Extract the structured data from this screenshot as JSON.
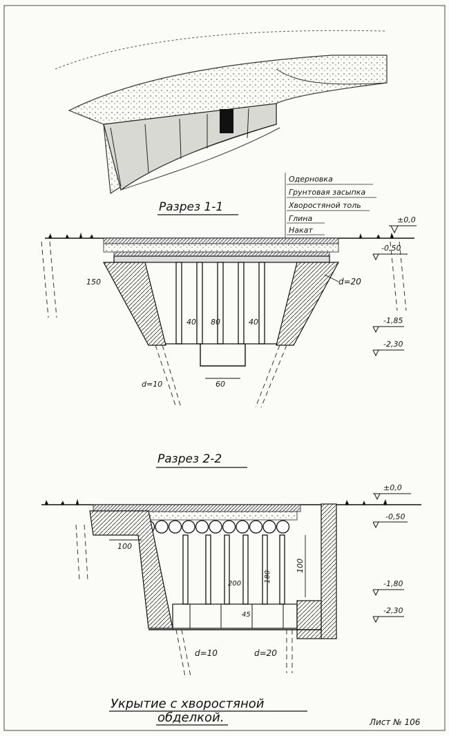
{
  "perspective": {},
  "section_1": {
    "title": "Разрез 1-1",
    "layers": [
      "Одерновка",
      "Грунтовая засыпка",
      "Хворостяной толь",
      "Глина",
      "Накат"
    ],
    "dims": {
      "width_left": "150",
      "bottom_width": "60",
      "post_a": "40",
      "post_b": "80",
      "post_c": "40",
      "log_diameter": "d=20",
      "pile_diameter": "d=10"
    },
    "levels": [
      "±0,0",
      "-0,50",
      "-1,85",
      "-2,30"
    ]
  },
  "section_2": {
    "title": "Разрез 2-2",
    "dims": {
      "overhang": "100",
      "inner_width": "200",
      "step_height": "45",
      "door_height": "100",
      "inner_height": "180",
      "pile_small": "d=10",
      "pile_large": "d=20"
    },
    "levels": [
      "±0,0",
      "-0,50",
      "-1,80",
      "-2,30"
    ]
  },
  "caption": {
    "line1": "Укрытие с хворостяной",
    "line2": "обделкой."
  },
  "sheet_label": "Лист № 106"
}
